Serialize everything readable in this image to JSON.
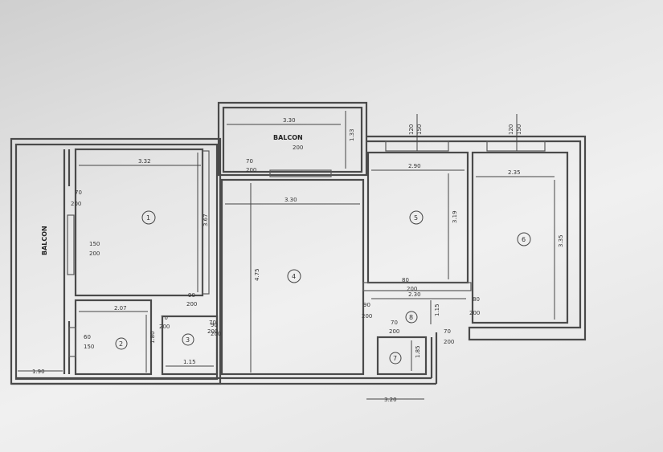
{
  "plan": {
    "balcony_top_label": "BALCON",
    "balcony_left_label": "BALCON",
    "dims": {
      "balcony_top_width": "3.30",
      "balcony_top_depth": "1.33",
      "balcony_top_door": "200",
      "room1_width": "3.32",
      "room1_depth": "3.67",
      "room1_door": "200",
      "room1_door_w": "70",
      "room1_window": "150",
      "room1_window_h": "200",
      "hall_width": "3.30",
      "hall_door": "200",
      "hall_door_w": "70",
      "room4_depth": "4.75",
      "room5_width": "2.90",
      "room5_depth": "3.19",
      "room5_door": "200",
      "room5_door_w": "80",
      "room6_width": "2.35",
      "room6_depth": "3.35",
      "win5_w": "120",
      "win5_h": "150",
      "win6_w": "120",
      "win6_h": "150",
      "room2_width": "2.07",
      "room2_depth": "1.80",
      "room2_door": "200",
      "room2_door_w": "70",
      "room2_win": "60",
      "room2_win_h": "150",
      "room3_width": "1.15",
      "room3_door": "200",
      "room3_door_w": "70",
      "room1_door2": "200",
      "room1_door2_w": "90",
      "balcony_left_width": "1.90",
      "hall_right_w": "2.30",
      "hall_right_h": "1.15",
      "hall_left_door": "200",
      "hall_left_door_w": "90",
      "hall_right_door": "200",
      "hall_right_door_w": "90",
      "room7_door": "200",
      "room7_door_w": "70",
      "room7_depth": "1.85",
      "room7_d2": "200",
      "room7_d2_w": "70",
      "bottom_dim": "3.20"
    },
    "rooms": {
      "r1": "1",
      "r2": "2",
      "r3": "3",
      "r4": "4",
      "r5": "5",
      "r6": "6",
      "r7": "7",
      "r8": "8"
    }
  }
}
